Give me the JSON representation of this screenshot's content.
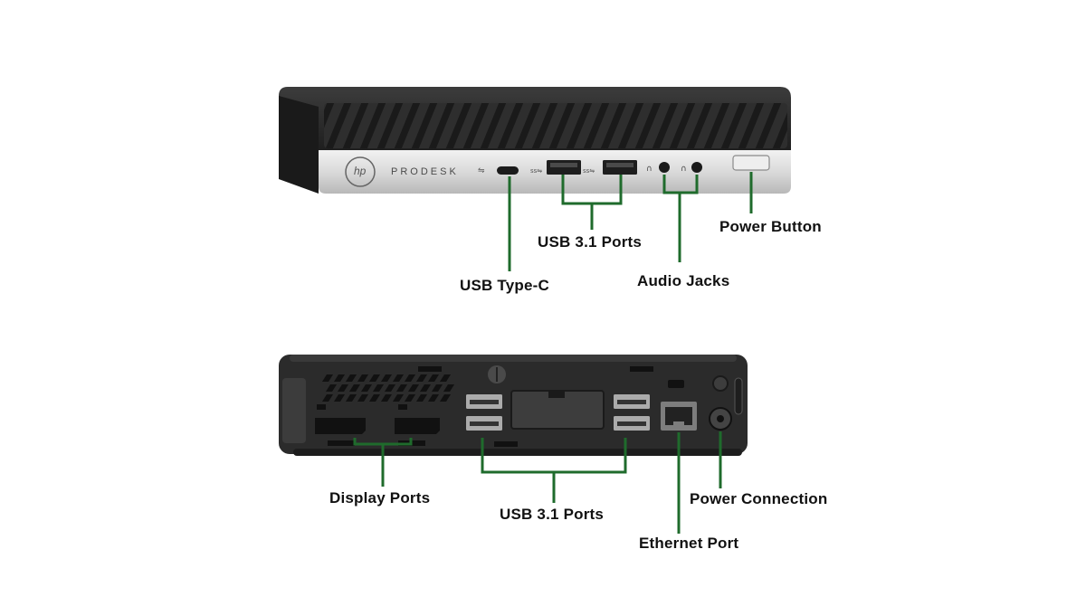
{
  "colors": {
    "leader": "#1f6b2c",
    "chassis": "#2a2a2a",
    "chassis_light": "#3a3a3a",
    "silver": "#d9d9d9",
    "port": "#222222",
    "label": "#111111"
  },
  "front": {
    "brand_text": "PRODESK",
    "logo_text": "hp",
    "labels": {
      "usb_c": "USB Type-C",
      "usb31": "USB 3.1 Ports",
      "audio": "Audio Jacks",
      "power_button": "Power Button"
    }
  },
  "rear": {
    "labels": {
      "display_ports": "Display Ports",
      "usb31": "USB 3.1 Ports",
      "ethernet": "Ethernet Port",
      "power_connection": "Power Connection"
    }
  }
}
